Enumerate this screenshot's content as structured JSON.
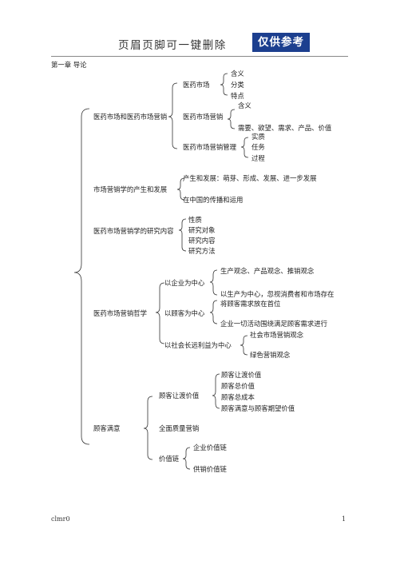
{
  "header": {
    "title": "页眉页脚可一键删除",
    "badge": "仅供参考"
  },
  "chapter": "第一章  导论",
  "tree": [
    {
      "id": "s1",
      "label": "医药市场和医药市场营销",
      "children": [
        {
          "id": "s1a",
          "label": "医药市场",
          "children": [
            "含义",
            "分类",
            "特点"
          ]
        },
        {
          "id": "s1b",
          "label": "医药市场营销",
          "children": [
            "含义",
            "需要、欲望、需求、产品、价值"
          ]
        },
        {
          "id": "s1c",
          "label": "医药市场营销管理",
          "children": [
            "实质",
            "任务",
            "过程"
          ]
        }
      ]
    },
    {
      "id": "s2",
      "label": "市场营销学的产生和发展",
      "children": [
        "产生和发展：萌芽、形成、发展、进一步发展",
        "在中国的传播和运用"
      ]
    },
    {
      "id": "s3",
      "label": "医药市场营销学的研究内容",
      "children": [
        "性质",
        "研究对象",
        "研究内容",
        "研究方法"
      ]
    },
    {
      "id": "s4",
      "label": "医药市场营销哲学",
      "children": [
        {
          "id": "s4a",
          "label": "以企业为中心",
          "children": [
            "生产观念、产品观念、推销观念",
            "以生产为中心，忽视消费者和市场存在"
          ]
        },
        {
          "id": "s4b",
          "label": "以顾客为中心",
          "children": [
            "将顾客需求放在首位",
            "企业一切活动围绕满足顾客需求进行"
          ]
        },
        {
          "id": "s4c",
          "label": "以社会长远利益为中心",
          "children": [
            "社会市场营销观念",
            "绿色营销观念"
          ]
        }
      ]
    },
    {
      "id": "s5",
      "label": "顾客满意",
      "children": [
        {
          "id": "s5a",
          "label": "顾客让渡价值",
          "children": [
            "顾客让渡价值",
            "顾客总价值",
            "顾客总成本",
            "顾客满意与顾客期望价值"
          ]
        },
        {
          "id": "s5b",
          "label": "全面质量营销"
        },
        {
          "id": "s5c",
          "label": "价值链",
          "children": [
            "企业价值链",
            "供销价值链"
          ]
        }
      ]
    }
  ],
  "footer": {
    "left": "clmr0",
    "right": "1"
  }
}
